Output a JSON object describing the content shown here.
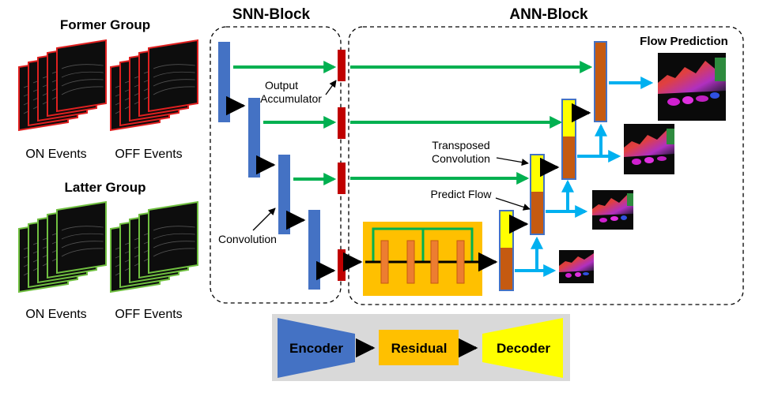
{
  "left_panel": {
    "former_title": "Former Group",
    "latter_title": "Latter Group",
    "on_events": "ON Events",
    "off_events": "OFF Events",
    "former_frame_color": "#e02020",
    "latter_frame_color": "#70c040"
  },
  "snn_block": {
    "title": "SNN-Block",
    "output_accumulator_line1": "Output",
    "output_accumulator_line2": "Accumulator",
    "convolution_label": "Convolution",
    "encoder_color": "#4472c4",
    "accumulator_color": "#c00000"
  },
  "ann_block": {
    "title": "ANN-Block",
    "flow_prediction": "Flow Prediction",
    "transposed_line1": "Transposed",
    "transposed_line2": "Convolution",
    "predict_flow": "Predict Flow",
    "decoder_yellow": "#ffff00",
    "decoder_brown": "#c55a11",
    "residual_bg": "#ffc000",
    "residual_bar": "#ed7d31",
    "skip_color": "#00b050",
    "flow_arrow_color": "#00b0f0"
  },
  "legend": {
    "encoder": "Encoder",
    "residual": "Residual",
    "decoder": "Decoder",
    "background": "#d9d9d9"
  }
}
